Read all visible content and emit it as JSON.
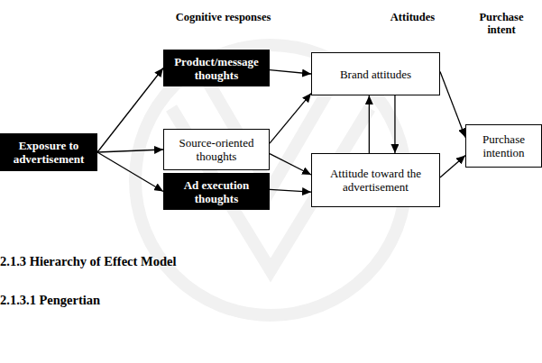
{
  "diagram": {
    "nodes": [
      {
        "text": [
          "Exposure to advertisement"
        ]
      },
      {
        "text": [
          "Product/message thoughts"
        ]
      },
      {
        "text": [
          "Source-oriented thoughts"
        ]
      },
      {
        "text": [
          "Ad execution thoughts"
        ]
      },
      {
        "text": [
          "Brand attitudes"
        ]
      },
      {
        "text": [
          "Attitude toward the advertisement"
        ]
      },
      {
        "text": [
          "Purchase intention"
        ]
      }
    ],
    "edges": [
      {
        "from": 0,
        "to": 1,
        "arrow": "to"
      },
      {
        "from": 0,
        "to": 2,
        "arrow": "to"
      },
      {
        "from": 0,
        "to": 3,
        "arrow": "to"
      },
      {
        "from": 1,
        "to": 4,
        "arrow": "to"
      },
      {
        "from": 2,
        "to": 4,
        "arrow": "to"
      },
      {
        "from": 2,
        "to": 5,
        "arrow": "to"
      },
      {
        "from": 3,
        "to": 5,
        "arrow": "to"
      },
      {
        "from": 5,
        "to": 4,
        "arrow": "to"
      },
      {
        "from": 4,
        "to": 5,
        "arrow": "to"
      },
      {
        "from": 4,
        "to": 6,
        "arrow": "to"
      },
      {
        "from": 5,
        "to": 6,
        "arrow": "to"
      }
    ],
    "labels": [
      "Cognitive responses",
      "Attitudes",
      "Purchase intent",
      "2.1.3 Hierarchy of Effect Model",
      "2.1.3.1 Pengertian"
    ]
  }
}
